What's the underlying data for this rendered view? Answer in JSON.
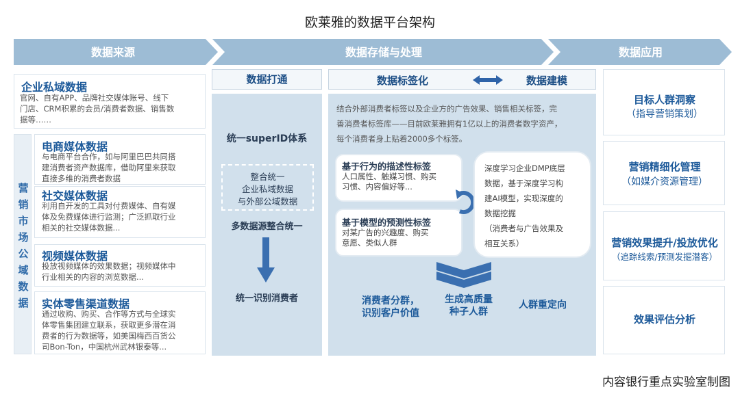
{
  "title": "欧莱雅的数据平台架构",
  "footer": "内容银行重点实验室制图",
  "stages": [
    "数据来源",
    "数据存储与处理",
    "数据应用"
  ],
  "vertical_label": [
    "营",
    "销",
    "市",
    "场",
    "公",
    "域",
    "数",
    "据"
  ],
  "sources": [
    {
      "title": "企业私域数据",
      "lines": [
        "官网、自有APP、品牌社交媒体账号、线下",
        "门店、CRM积累的会员/消费者数据、销售数",
        "据等……"
      ]
    },
    {
      "title": "电商媒体数据",
      "lines": [
        "与电商平台合作，如与阿里巴巴共同搭",
        "建消费者资产数据库，借助阿里来获取",
        "直接多维的消费者数据"
      ]
    },
    {
      "title": "社交媒体数据",
      "lines": [
        "利用自开发的工具对付费媒体、自有媒",
        "体及免费媒体进行监测；广泛抓取行业",
        "相关的社交媒体数据..."
      ]
    },
    {
      "title": "视频媒体数据",
      "lines": [
        "投放视频媒体的效果数据；视频媒体中",
        "行业相关的内容的浏览数据..."
      ]
    },
    {
      "title": "实体零售渠道数据",
      "lines": [
        "通过收购、购买、合作等方式与全球实",
        "体零售集团建立联系，获取更多潜在消",
        "费者的行为数据等，如美国梅西百货公",
        "司Bon-Ton，中国杭州武林银泰等..."
      ]
    }
  ],
  "processing": {
    "headers": {
      "connect": "数据打通",
      "tagging": "数据标签化",
      "modeling": "数据建模"
    },
    "connect": {
      "superid": "统一superID体系",
      "merge": [
        "整合统一",
        "企业私域数据",
        "与外部公域数据"
      ],
      "multi": "多数据源整合统一",
      "identify": "统一识别消费者"
    },
    "tagging_desc": [
      "结合外部消费者标签以及企业方的广告效果、销售相关标签，完",
      "善消费者标签库——目前欧莱雅拥有1亿以上的消费者数字资产，",
      "每个消费者身上贴着2000多个标签。"
    ],
    "behavior": {
      "title": "基于行为的描述性标签",
      "lines": [
        "人口属性、触媒习惯、购买",
        "习惯、内容偏好等..."
      ]
    },
    "model_tag": {
      "title": "基于模型的预测性标签",
      "lines": [
        "对某广告的兴趣度、购买",
        "意愿、类似人群"
      ]
    },
    "dmp": [
      "深度学习企业DMP底层",
      "数据，基于深度学习构",
      "建AI模型，实现深度的",
      "数据挖掘",
      "（消费者与广告效果及",
      "相互关系）"
    ],
    "outcomes": [
      [
        "消费者分群，",
        "识别客户价值"
      ],
      [
        "生成高质量",
        "种子人群"
      ],
      [
        "人群重定向"
      ]
    ]
  },
  "applications": [
    {
      "title": "目标人群洞察",
      "sub": "（指导营销策划）"
    },
    {
      "title": "营销精细化管理",
      "sub": "（如媒介资源管理）"
    },
    {
      "title": "营销效果提升/投放优化",
      "sub": "（追踪线索/预测发掘潜客）"
    },
    {
      "title": "效果评估分析",
      "sub": ""
    }
  ],
  "colors": {
    "chevron": "#9dbcd5",
    "panel": "#d1e0ec",
    "accent": "#1d5a9a",
    "arrow": "#3a6fb0"
  }
}
